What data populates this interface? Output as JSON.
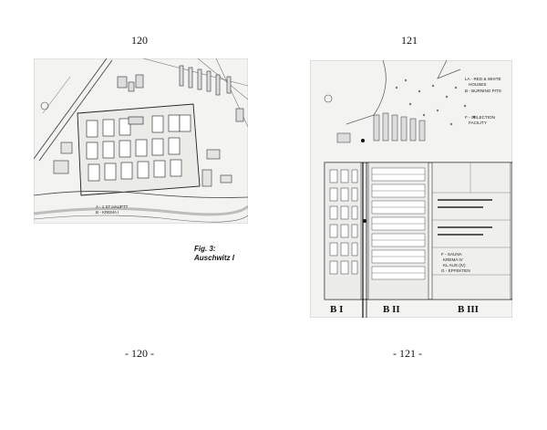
{
  "left_page": {
    "header_number": "120",
    "footer_number": "- 120 -",
    "figure_caption_line1": "Fig. 3:",
    "figure_caption_line2": "Auschwitz I",
    "map_legend_line1": "A - 1 ST HAUPTT",
    "map_legend_line2": "B - KREMA I"
  },
  "right_page": {
    "header_number": "121",
    "footer_number": "- 121 -",
    "map_legend_line1": "LA - RED & WHITE",
    "map_legend_line2": "HOUSES",
    "map_legend_line3": "B - BURNING PITS",
    "map_legend_line4": "F - SELECTION",
    "map_legend_line5": "FACILITY",
    "map_legend_line6": "F - SAUNA",
    "map_legend_line7": "KREMA IV",
    "map_legend_line8": "KL AUS (IV)",
    "map_legend_line9": "G - EFFEKTEN",
    "section_b1": "B I",
    "section_b2": "B II",
    "section_b3": "B III"
  }
}
